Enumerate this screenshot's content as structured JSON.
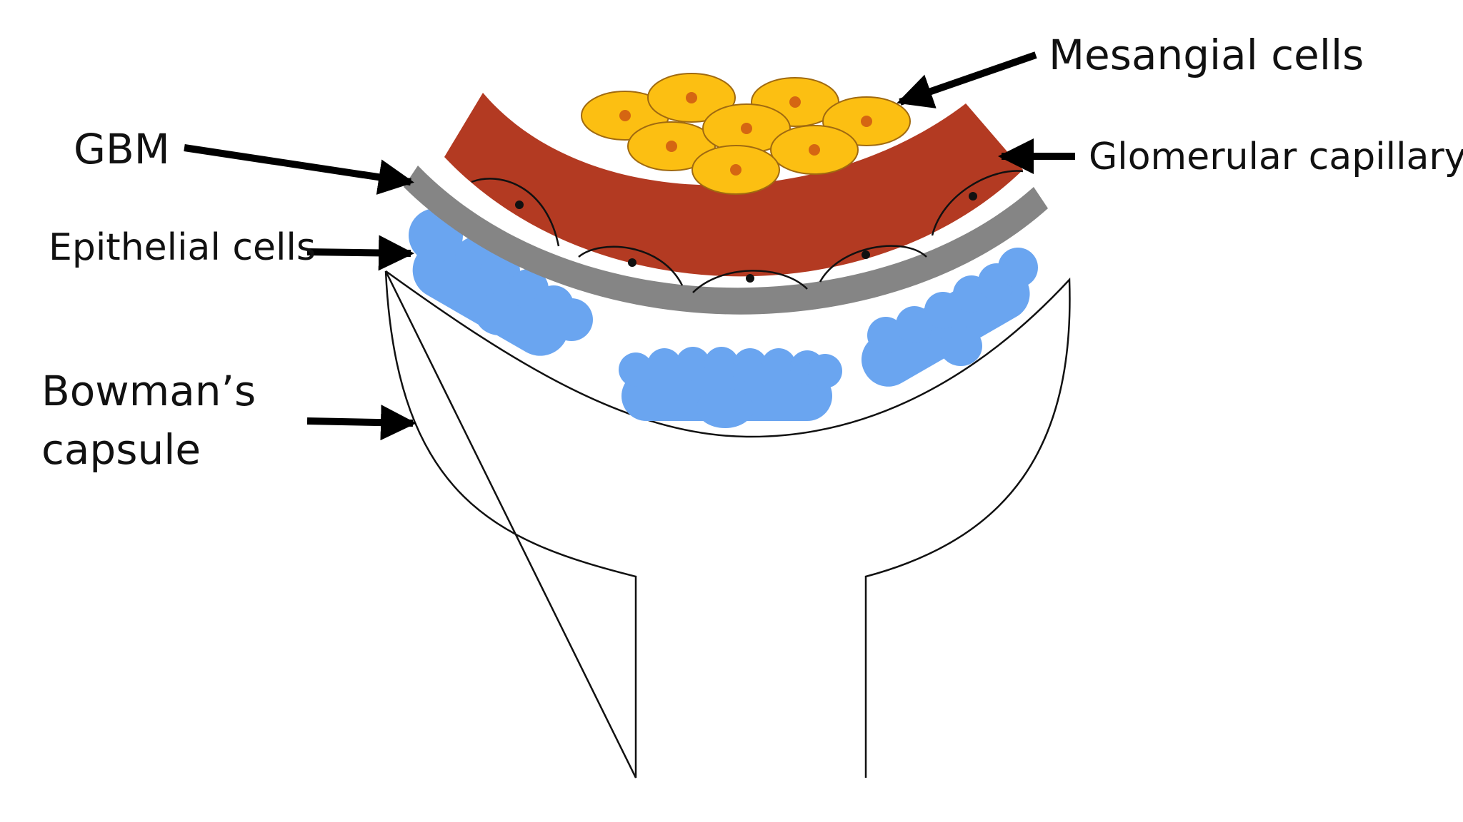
{
  "labels": {
    "mesangial": "Mesangial cells",
    "gbm": "GBM",
    "glomerular": "Glomerular capillary",
    "epithelial": "Epithelial cells",
    "bowman_line1": "Bowman’s",
    "bowman_line2": "capsule"
  },
  "colors": {
    "capillary": "#b33a22",
    "gbm": "#858585",
    "epithelial": "#6aa5f0",
    "mesangial_fill": "#fcbf12",
    "mesangial_outline": "#a06a10",
    "mesangial_nucleus": "#d56612",
    "outline": "#111111",
    "arrow": "#000000"
  }
}
